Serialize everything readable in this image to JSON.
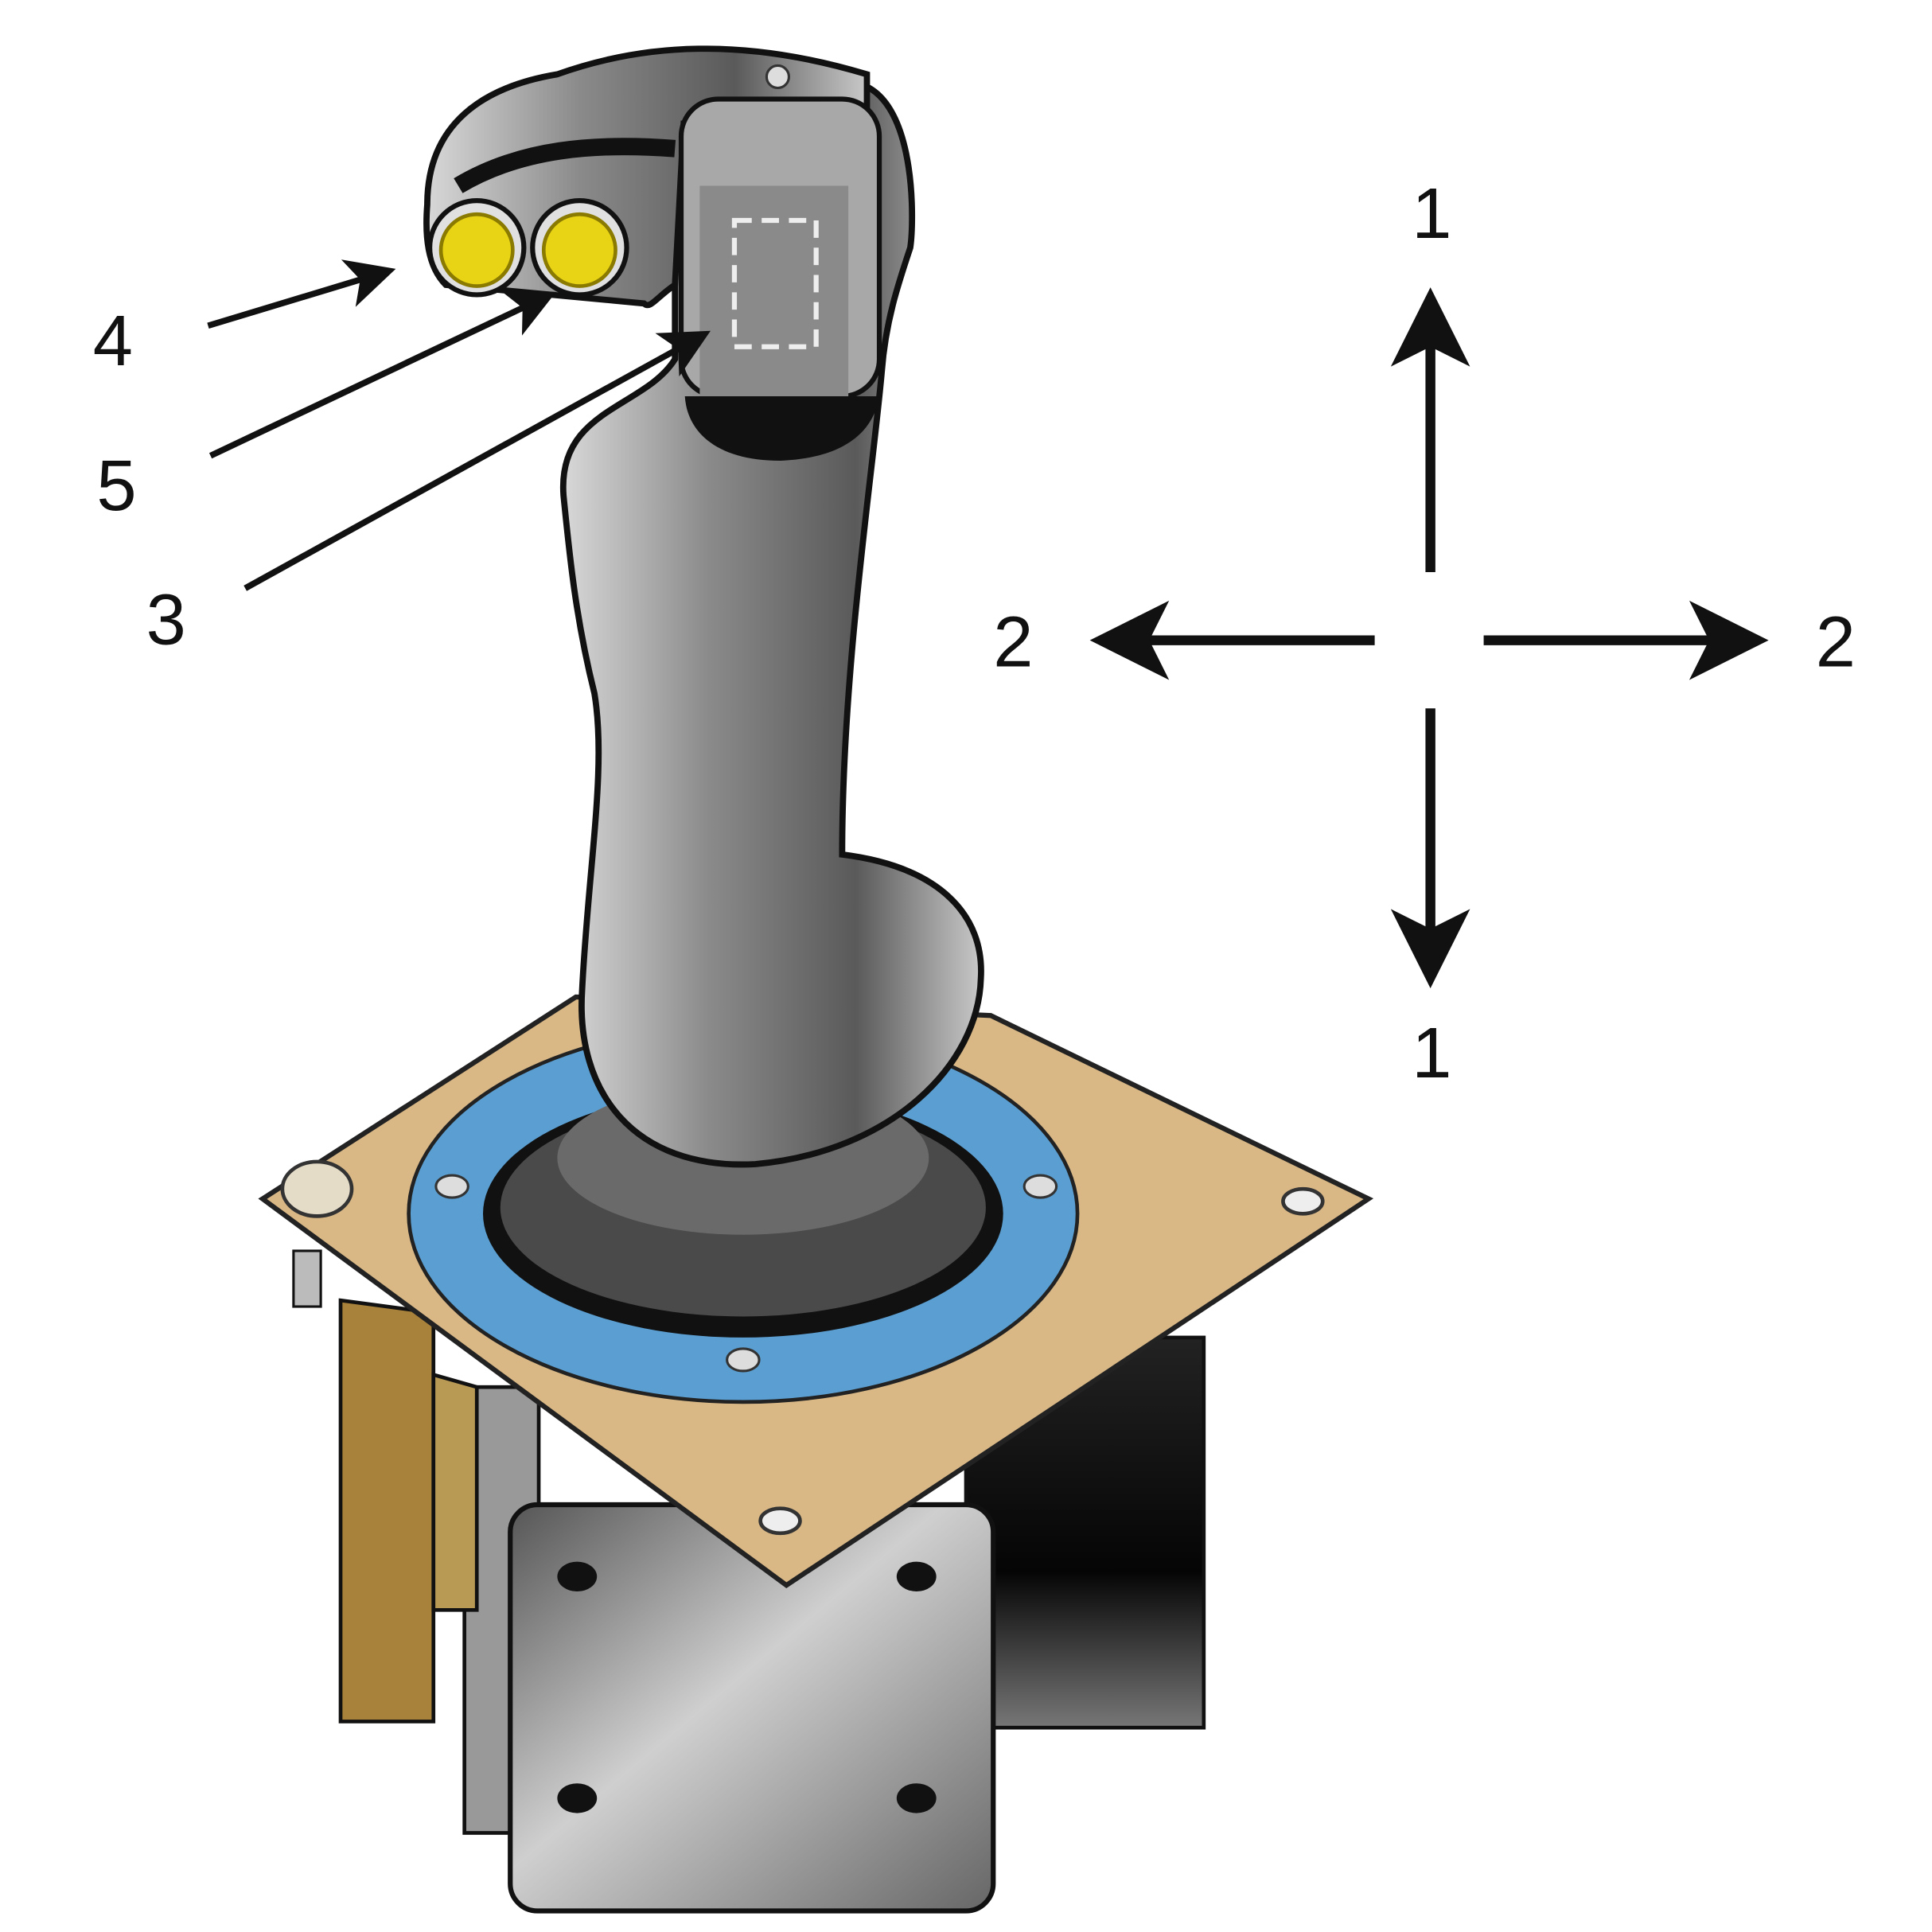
{
  "figure": {
    "subject": "joystick",
    "callouts": [
      {
        "id": "4",
        "label": "4"
      },
      {
        "id": "5",
        "label": "5"
      },
      {
        "id": "3",
        "label": "3"
      }
    ],
    "axes": {
      "vertical_top": "1",
      "vertical_bottom": "1",
      "horizontal_left": "2",
      "horizontal_right": "2"
    }
  },
  "colors": {
    "plate": "#d9b886",
    "ring": "#5b9fd2",
    "button": "#e8d414",
    "bracket": "#a8823a"
  }
}
